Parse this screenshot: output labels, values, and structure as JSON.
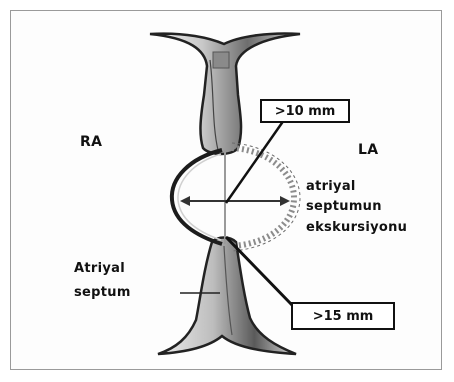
{
  "labels": {
    "ra": "RA",
    "la": "LA",
    "excursion_line1": "atriyal",
    "excursion_line2": "septumun",
    "excursion_line3": "ekskursiyonu",
    "septum_line1": "Atriyal",
    "septum_line2": "septum"
  },
  "measurements": {
    "upper": ">10 mm",
    "lower": ">15 mm"
  }
}
